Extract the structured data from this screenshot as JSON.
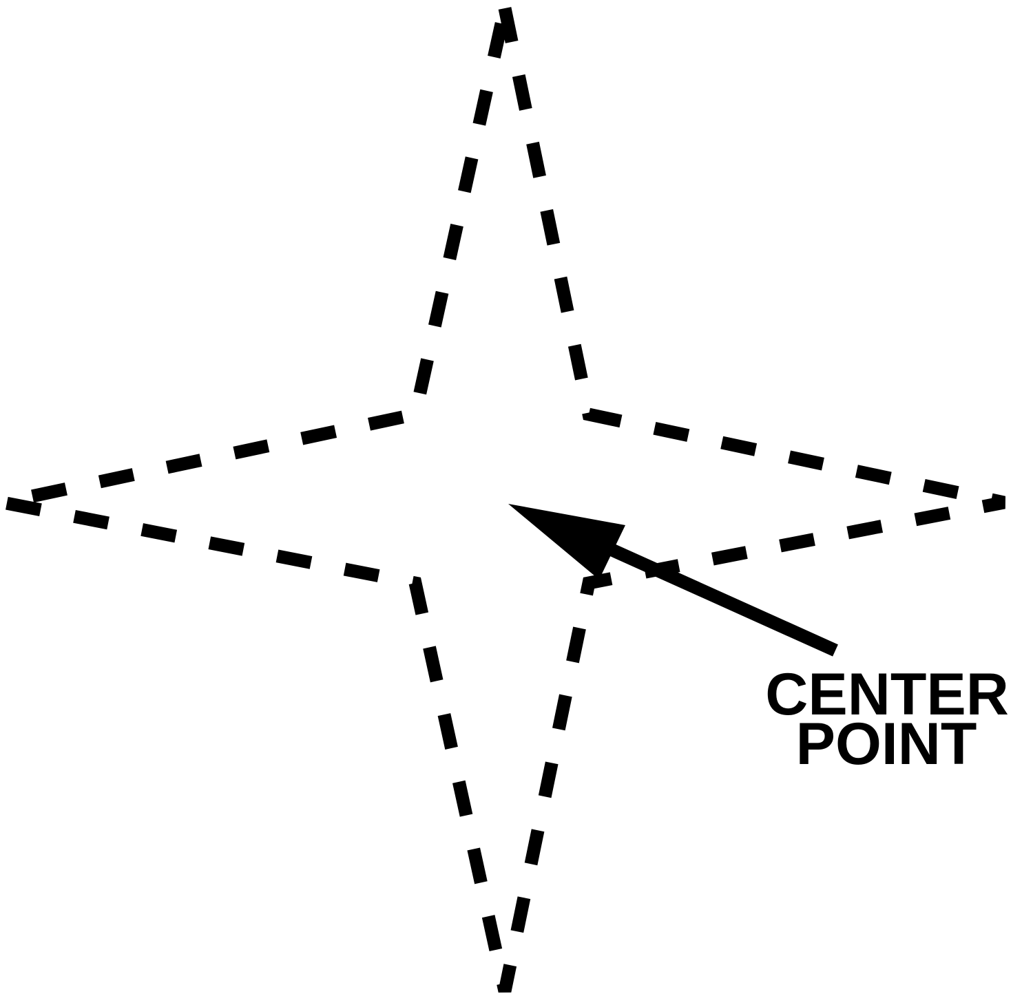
{
  "diagram": {
    "label": {
      "line1": "CENTER",
      "line2": "POINT"
    },
    "colors": {
      "ink": "#000000",
      "background": "#ffffff"
    },
    "shape": "four-point-star-dashed-outline",
    "arrow_icon": "arrow-pointing-to-center"
  }
}
